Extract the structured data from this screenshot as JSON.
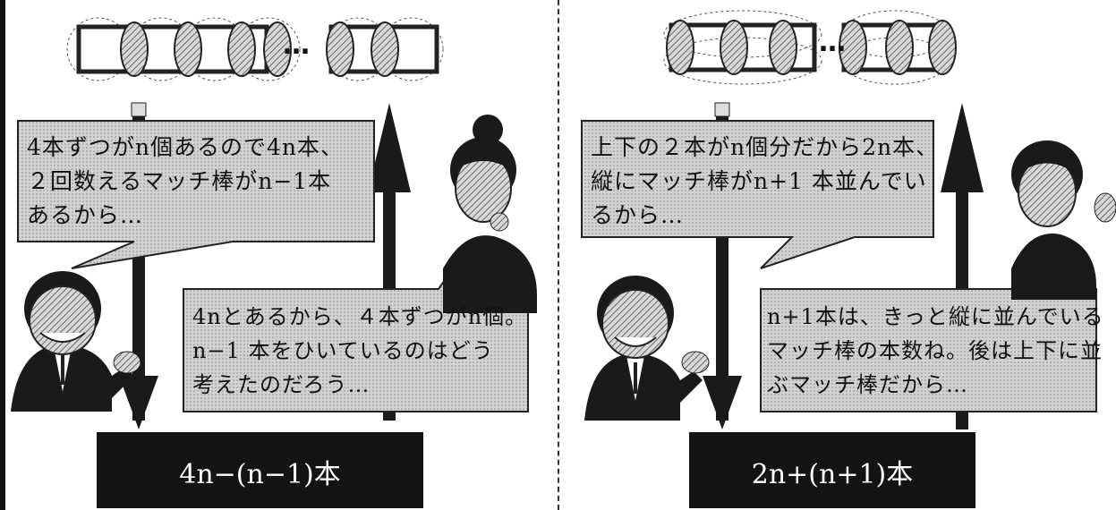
{
  "left": {
    "top_bubble": {
      "lines": [
        "4本ずつがn個あるので4n本、",
        "２回数えるマッチ棒がn−1本",
        "あるから…"
      ]
    },
    "bottom_bubble": {
      "lines": [
        "4nとあるから、４本ずつがn個。",
        "n−1 本をひいているのはどう",
        "考えたのだろう…"
      ]
    },
    "formula": "4n−(n−1)本",
    "ellipsis": "…"
  },
  "right": {
    "top_bubble": {
      "lines": [
        "上下の２本がn個分だから2n本、",
        "縦にマッチ棒がn+1 本並んでい",
        "るから…"
      ]
    },
    "bottom_bubble": {
      "lines": [
        "n+1本は、きっと縦に並んでいる",
        "マッチ棒の本数ね。後は上下に並",
        "ぶマッチ棒だから…"
      ]
    },
    "formula": "2n+(n+1)本",
    "ellipsis": "…"
  },
  "colors": {
    "bubble_fill": "#cfcfcf",
    "arrow": "#1a1a1a",
    "formula_box": "#141414",
    "face_hatch": "#8a8a8a"
  }
}
